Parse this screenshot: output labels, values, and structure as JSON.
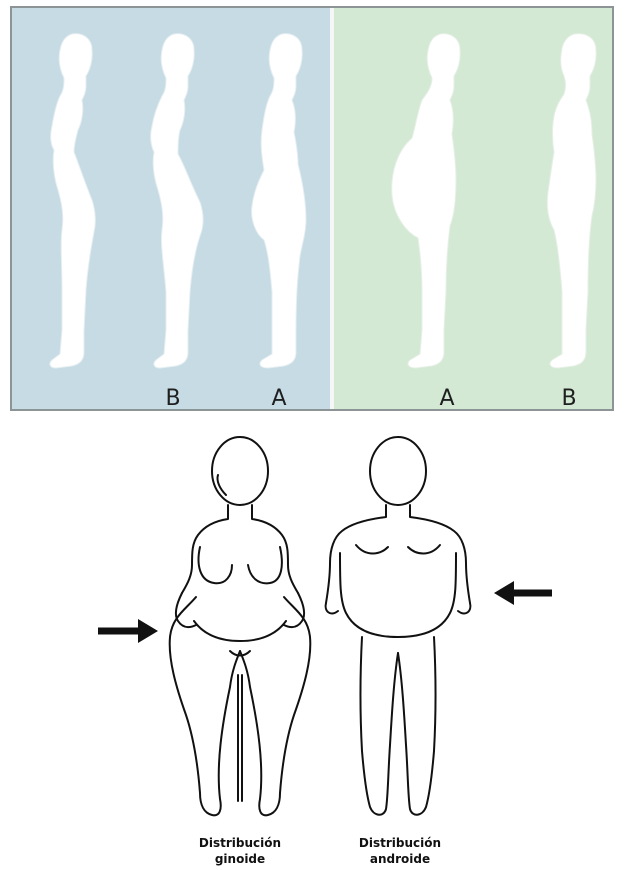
{
  "profile_labels": {
    "blue_left": "B",
    "blue_right": "A",
    "green_left": "A",
    "green_right": "B"
  },
  "captions": {
    "gynoid_line1": "Distribución",
    "gynoid_line2": "ginoide",
    "android_line1": "Distribución",
    "android_line2": "androide"
  },
  "colors": {
    "panel_left_bg": "#c6dbe4",
    "panel_right_bg": "#d3e9d4",
    "silhouette_fill": "#ffffff",
    "line": "#111111"
  }
}
